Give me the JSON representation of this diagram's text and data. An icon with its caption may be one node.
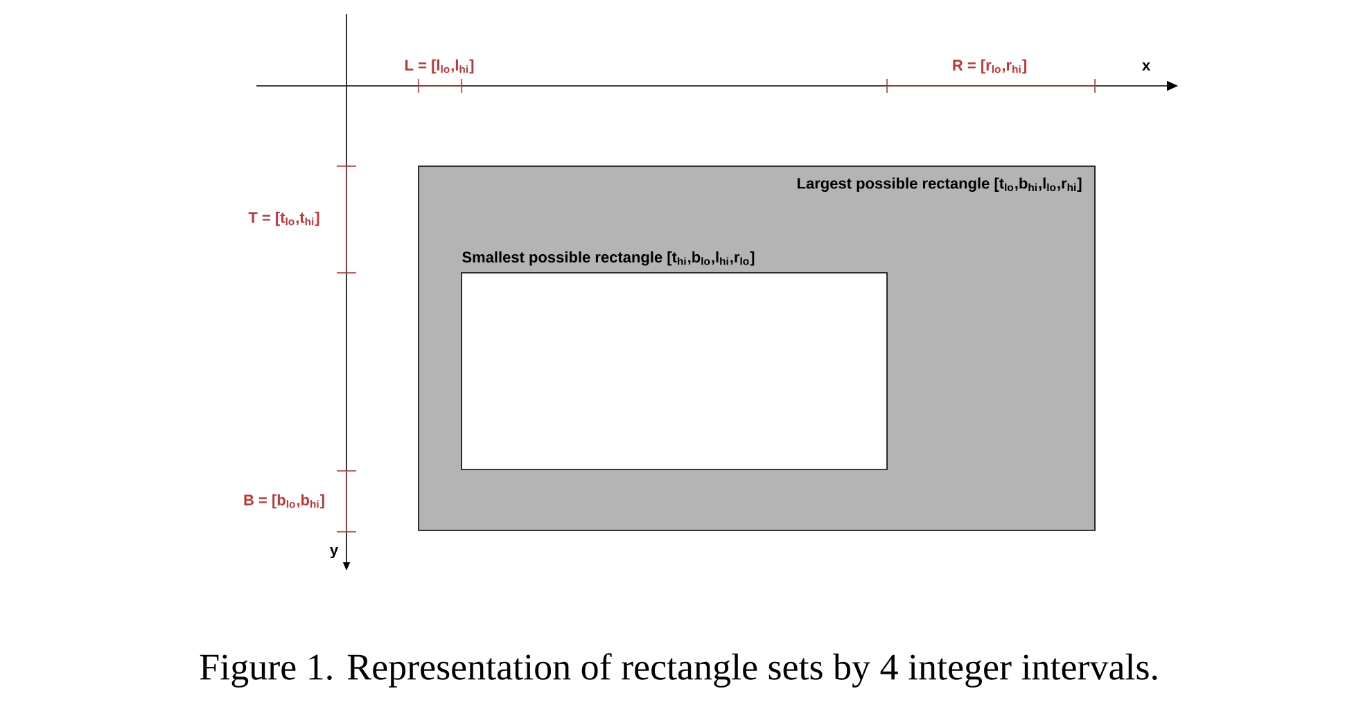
{
  "diagram": {
    "caption": "Figure 1. Representation of rectangle sets by 4 integer intervals.",
    "nodes": [
      {
        "text": [
          "Largest possible rectangle [t$_{lo}$,b$_{hi}$,l$_{lo}$,r$_{hi}$]"
        ]
      },
      {
        "text": [
          "Smallest possible rectangle [t$_{hi}$,b$_{lo}$,l$_{hi}$,r$_{lo}$]"
        ],
        "in": 0
      }
    ],
    "labels": [
      "L = [l$_{lo}$,l$_{hi}$]",
      "R = [r$_{lo}$,r$_{hi}$]",
      "x",
      "T = [t$_{lo}$,t$_{hi}$]",
      "B = [b$_{lo}$,b$_{hi}$]",
      "y"
    ]
  }
}
